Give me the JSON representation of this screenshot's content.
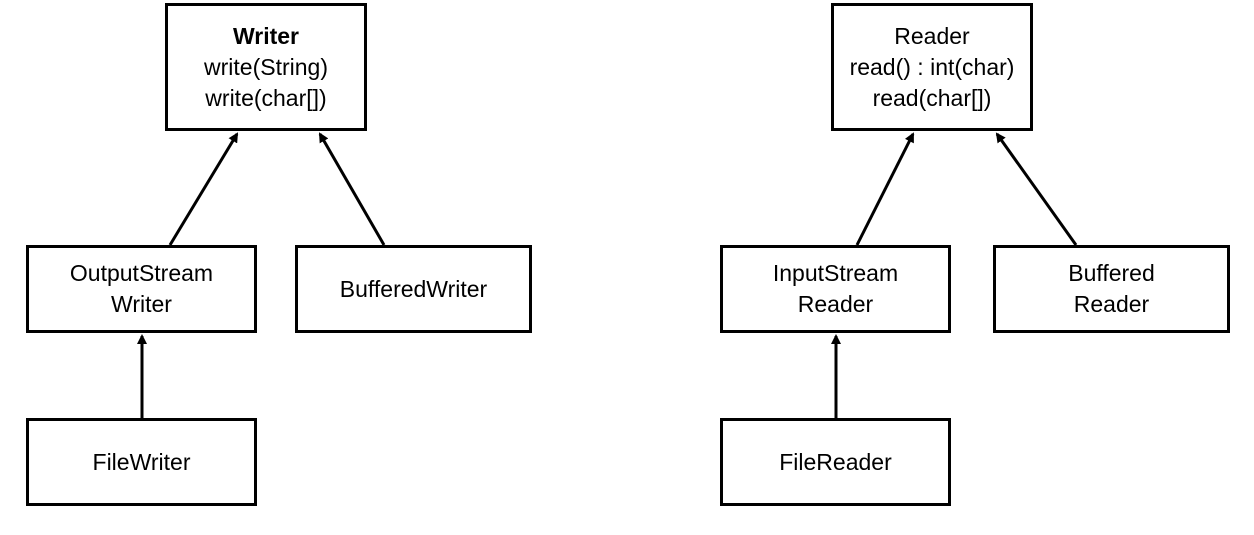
{
  "writer": {
    "title": "Writer",
    "method1": "write(String)",
    "method2": "write(char[])"
  },
  "output_stream_writer": {
    "line1": "OutputStream",
    "line2": "Writer"
  },
  "buffered_writer": {
    "label": "BufferedWriter"
  },
  "file_writer": {
    "label": "FileWriter"
  },
  "reader": {
    "title": "Reader",
    "method1": "read() : int(char)",
    "method2": "read(char[])"
  },
  "input_stream_reader": {
    "line1": "InputStream",
    "line2": "Reader"
  },
  "buffered_reader": {
    "line1": "Buffered",
    "line2": "Reader"
  },
  "file_reader": {
    "label": "FileReader"
  }
}
